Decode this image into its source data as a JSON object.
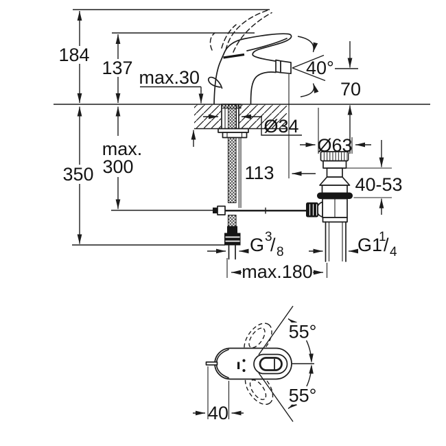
{
  "side_view": {
    "dim_total_height": "184",
    "dim_lever_height": "137",
    "dim_deck_thickness": "max.30",
    "dim_spout_angle": "40°",
    "dim_spout_height": "70",
    "dim_overall_depth": "350",
    "dim_hose_length_l1": "max.",
    "dim_hose_length_l2": "300",
    "dim_hole_diameter": "Ø34",
    "dim_waste_flange_diameter": "Ø63",
    "dim_spout_to_waste": "113",
    "dim_waste_adjust_range": "40-53",
    "thread_supply": {
      "base": "G",
      "sup": "3",
      "slash": "/",
      "sub": "8"
    },
    "thread_waste": {
      "base": "G1",
      "sup": "1",
      "slash": "/",
      "sub": "4"
    },
    "dim_hose_to_waste": "max.180"
  },
  "top_view": {
    "dim_swivel_upper": "55°",
    "dim_swivel_lower": "55°",
    "dim_rod_offset": "40"
  },
  "colors": {
    "line": "#1c1c1c",
    "background": "#ffffff"
  }
}
